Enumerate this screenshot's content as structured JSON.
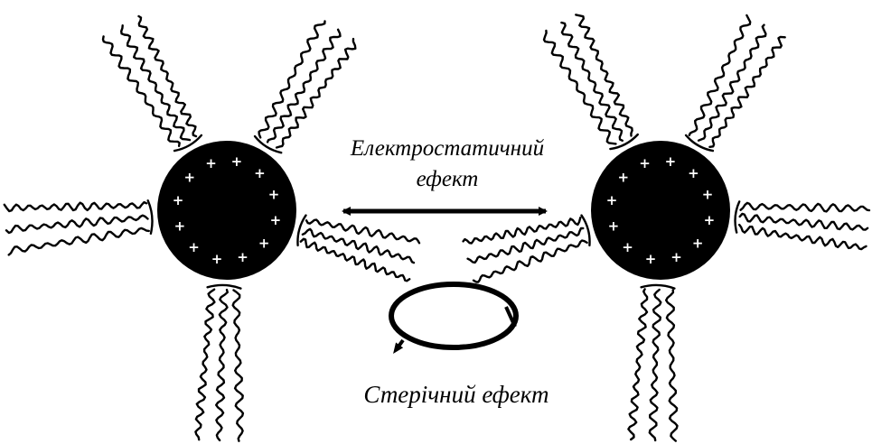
{
  "labels": {
    "electrostatic_line1": "Електростатичний",
    "electrostatic_line2": "ефект",
    "steric": "Стерічний ефект"
  },
  "particles": [
    {
      "name": "left-particle",
      "charge_symbol": "+",
      "charge_count": 12
    },
    {
      "name": "right-particle",
      "charge_symbol": "+",
      "charge_count": 12
    }
  ],
  "colors": {
    "particle_fill": "#000000",
    "charge": "#ffffff",
    "line": "#000000",
    "background": "#ffffff"
  }
}
